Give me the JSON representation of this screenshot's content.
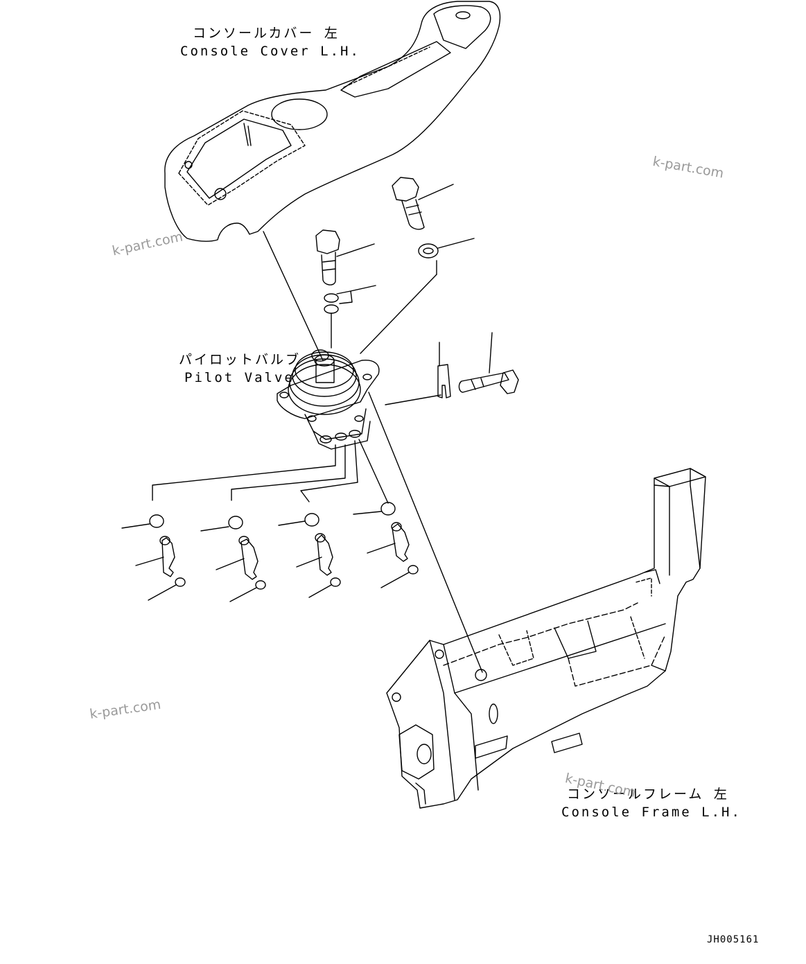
{
  "labels": {
    "console_cover_jp": "コンソールカバー 左",
    "console_cover_en": "Console Cover L.H.",
    "pilot_valve_jp": "パイロットバルブ",
    "pilot_valve_en": "Pilot Valve",
    "console_frame_jp": "コンソールフレーム 左",
    "console_frame_en": "Console Frame L.H."
  },
  "watermark": "k-part.com",
  "drawing_code": "JH005161",
  "colors": {
    "line": "#000000",
    "watermark": "#9a9a9a",
    "background": "#ffffff"
  }
}
